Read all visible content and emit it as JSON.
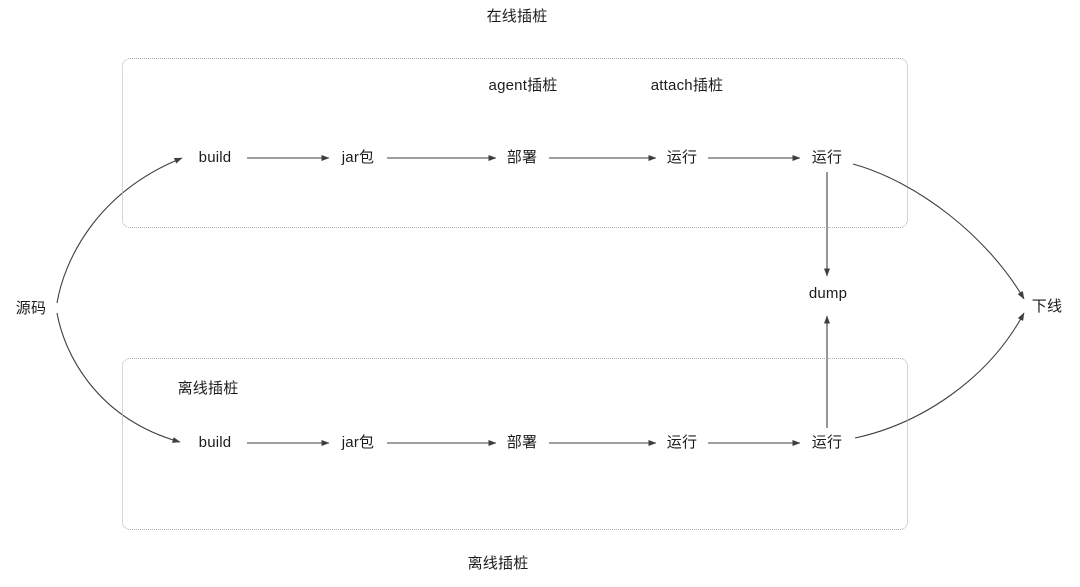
{
  "colors": {
    "background": "#ffffff",
    "line": "#3f3f3f",
    "text": "#1c1c1c",
    "box_border": "#ababab"
  },
  "diagram": {
    "online": {
      "title": "在线插桩",
      "agent_label": "agent插桩",
      "attach_label": "attach插桩",
      "nodes": [
        "build",
        "jar包",
        "部署",
        "运行",
        "运行"
      ]
    },
    "offline": {
      "title": "离线插桩",
      "box_label": "离线插桩",
      "nodes": [
        "build",
        "jar包",
        "部署",
        "运行",
        "运行"
      ]
    },
    "source": "源码",
    "dump": "dump",
    "exit": "下线"
  }
}
